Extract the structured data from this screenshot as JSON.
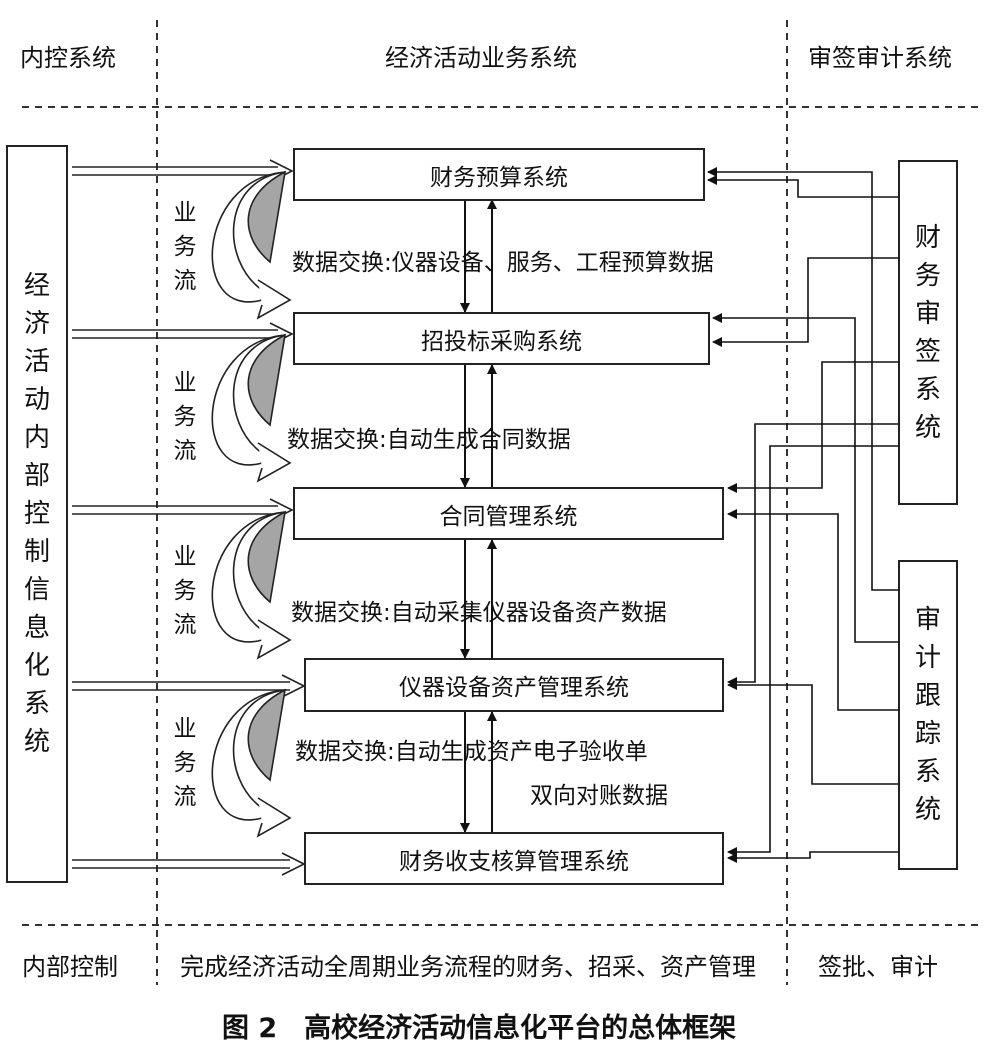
{
  "headers": {
    "left": "内控系统",
    "middle": "经济活动业务系统",
    "right": "审签审计系统"
  },
  "left_box": {
    "label": "经济活动内部控制信息化系统"
  },
  "right_boxes": {
    "finance_review": "财务审签系统",
    "audit_tracking": "审计跟踪系统"
  },
  "systems": [
    "财务预算系统",
    "招投标采购系统",
    "合同管理系统",
    "仪器设备资产管理系统",
    "财务收支核算管理系统"
  ],
  "business_flow_label": "业务流",
  "data_exchanges": [
    "数据交换:仪器设备、服务、工程预算数据",
    "数据交换:自动生成合同数据",
    "数据交换:自动采集仪器设备资产数据",
    "数据交换:自动生成资产电子验收单"
  ],
  "reconcile_label": "双向对账数据",
  "footer": {
    "left": "内部控制",
    "middle": "完成经济活动全周期业务流程的财务、招采、资产管理",
    "right": "签批、审计"
  },
  "caption": "图 2　高校经济活动信息化平台的总体框架"
}
